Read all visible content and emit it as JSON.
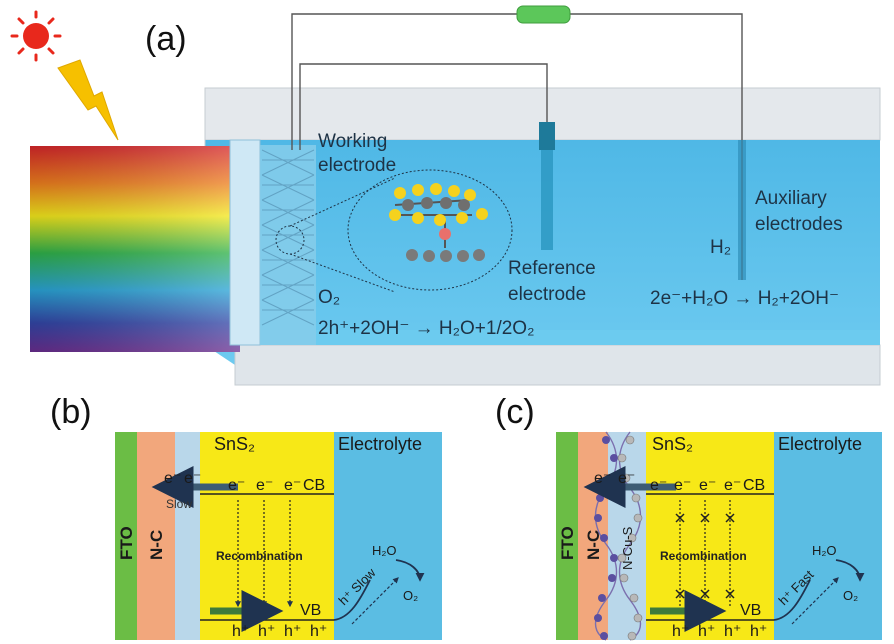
{
  "panels": {
    "a": "(a)",
    "b": "(b)",
    "c": "(c)"
  },
  "cell": {
    "working_electrode": [
      "Working",
      "electrode"
    ],
    "reference_electrode": [
      "Reference",
      "electrode"
    ],
    "auxiliary_electrode": [
      "Auxiliary",
      "electrodes"
    ],
    "o2": "O₂",
    "h2": "H₂",
    "anode_reaction": "2h⁺+2OH⁻ → H₂O+1/2O₂",
    "cathode_reaction": "2e⁻+H₂O → H₂+2OH⁻"
  },
  "panel_b": {
    "fto": "FTO",
    "nc": "N-C",
    "sns2": "SnS₂",
    "electrolyte": "Electrolyte",
    "cb": "CB",
    "vb": "VB",
    "slow_e": "Slow",
    "recombination": "Recombination",
    "h_slow": "h⁺ Slow",
    "h2o": "H₂O",
    "o2": "O₂",
    "e_minus": "e⁻",
    "h_plus": "h⁺"
  },
  "panel_c": {
    "fto": "FTO",
    "nc": "N-C",
    "ncus": "N-Cu-S",
    "sns2": "SnS₂",
    "electrolyte": "Electrolyte",
    "cb": "CB",
    "vb": "VB",
    "recombination": "Recombination",
    "h_fast": "h⁺ Fast",
    "h2o": "H₂O",
    "o2": "O₂",
    "e_minus": "e⁻",
    "h_plus": "h⁺"
  },
  "colors": {
    "water": "#5ec3ec",
    "tank": "#dde3e8",
    "fto": "#6bbd45",
    "nc": "#f2a77c",
    "ncus": "#b9d7ea",
    "sns2": "#f7e817",
    "electrolyte": "#5bbde3",
    "arrow": "#1f3350",
    "sun": "#e8281c",
    "bolt": "#f6c000",
    "resistor": "#5cc75a"
  }
}
